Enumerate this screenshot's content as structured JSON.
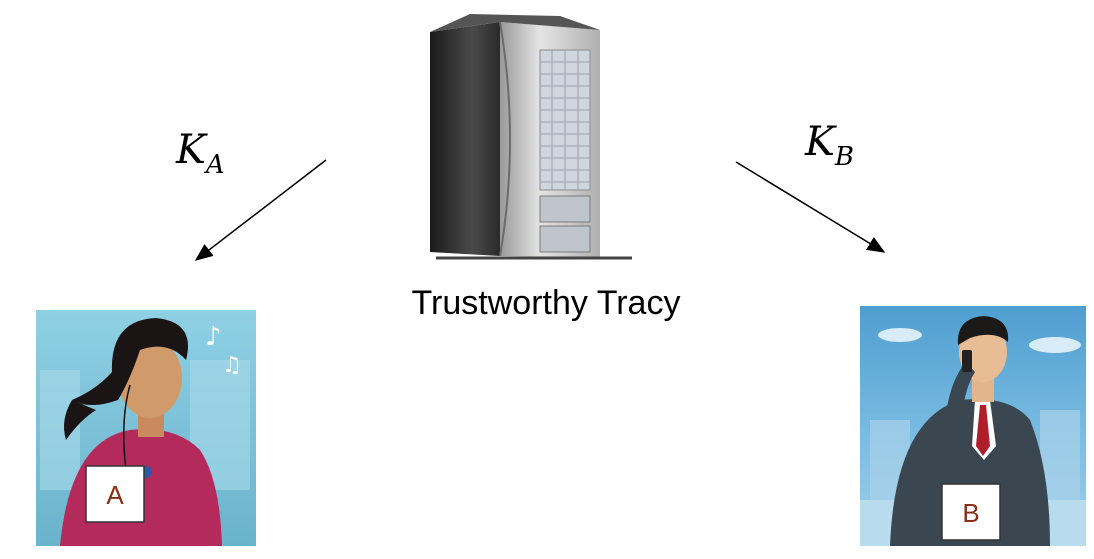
{
  "diagram": {
    "server": {
      "caption": "Trustworthy Tracy",
      "icon": "server-tower-icon"
    },
    "keys": {
      "a": {
        "base": "K",
        "subscript": "A"
      },
      "b": {
        "base": "K",
        "subscript": "B"
      }
    },
    "parties": {
      "a": {
        "badge": "A",
        "icon": "woman-with-earphones-icon"
      },
      "b": {
        "badge": "B",
        "icon": "businessman-on-phone-icon"
      }
    },
    "colors": {
      "badge_text": "#8b2e16",
      "party_a_bg": "#7cc6dc",
      "party_a_shirt": "#b42a5a",
      "party_b_bg": "#5fa8d4",
      "party_b_suit": "#3a4650",
      "server_body": "#2b2b2b"
    }
  }
}
